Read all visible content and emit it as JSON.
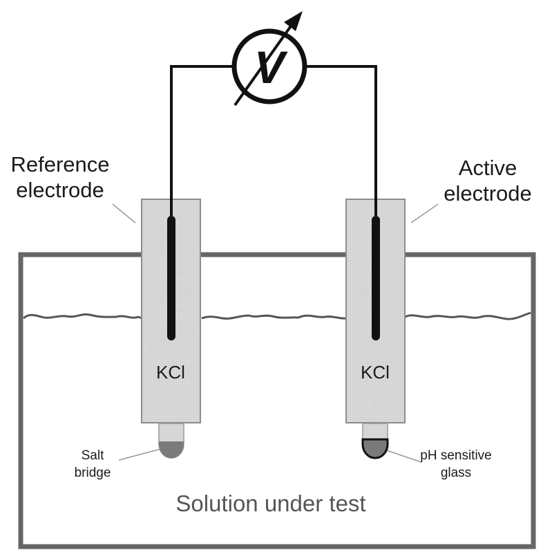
{
  "labels": {
    "reference_line1": "Reference",
    "reference_line2": "electrode",
    "active_line1": "Active",
    "active_line2": "electrode",
    "kcl_left": "KCl",
    "kcl_right": "KCl",
    "salt_line1": "Salt",
    "salt_line2": "bridge",
    "ph_line1": "pH sensitive",
    "ph_line2": "glass",
    "solution": "Solution under test",
    "meter_symbol": "V"
  },
  "colors": {
    "line": "#111111",
    "container_stroke": "#666666",
    "electrode_fill": "#d3d3d3",
    "electrode_stroke": "#8c8c8c",
    "bulb_light": "#d6d6d6",
    "bulb_dark": "#7a7a7a",
    "text": "#1a1a1a",
    "solution_text": "#555555"
  }
}
